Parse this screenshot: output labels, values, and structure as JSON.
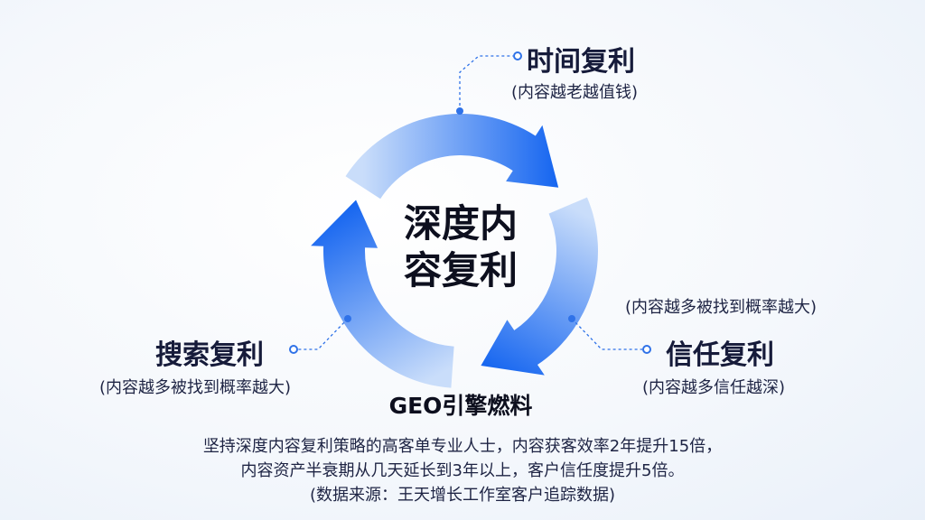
{
  "center_title": [
    "深度内",
    "容复利"
  ],
  "nodes": {
    "time": {
      "title": "时间复利",
      "subtitle": "(内容越老越值钱)"
    },
    "trust": {
      "title": "信任复利",
      "subtitle": "(内容越多信任越深)",
      "extra": "(内容越多被找到概率越大)"
    },
    "search": {
      "title": "搜索复利",
      "subtitle": "(内容越多被找到概率越大)"
    }
  },
  "engine_label": "GEO引擎燃料",
  "footer": [
    "坚持深度内容复利策略的高客单专业人士，内容获客效率2年提升15倍，",
    "内容资产半衰期从几天延长到3年以上，客户信任度提升5倍。",
    "(数据来源：王天增长工作室客户追踪数据)"
  ],
  "colors": {
    "arrow_dark": "#1565f0",
    "arrow_light": "#c9ddfa",
    "text": "#161b3a",
    "connector": "#2f72e8"
  }
}
